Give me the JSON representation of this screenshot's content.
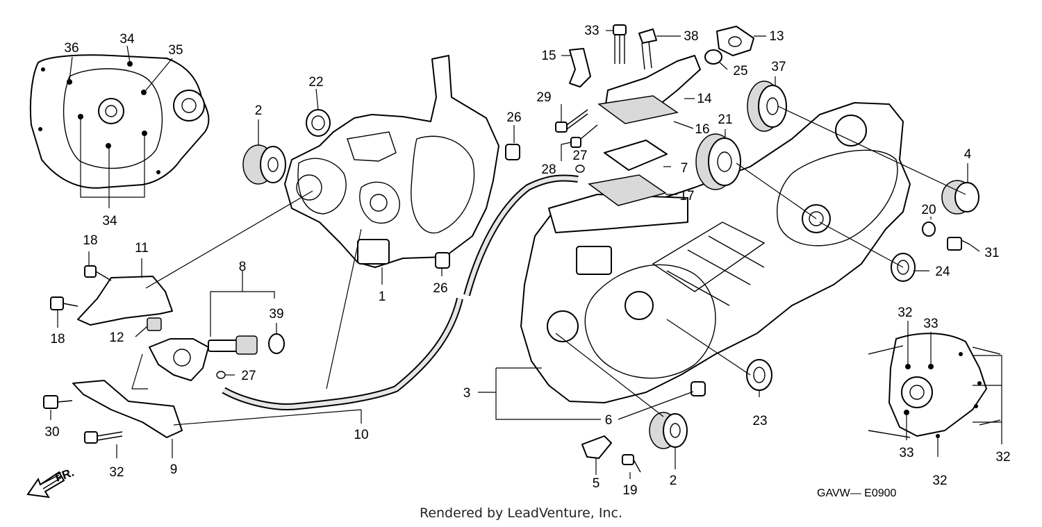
{
  "diagram": {
    "callouts": [
      "1",
      "2",
      "2",
      "3",
      "4",
      "5",
      "6",
      "7",
      "8",
      "9",
      "10",
      "11",
      "12",
      "13",
      "14",
      "15",
      "16",
      "17",
      "18",
      "18",
      "19",
      "20",
      "21",
      "22",
      "23",
      "24",
      "25",
      "26",
      "26",
      "27",
      "27",
      "28",
      "29",
      "30",
      "31",
      "32",
      "32",
      "32",
      "32",
      "33",
      "33",
      "33",
      "34",
      "34",
      "35",
      "36",
      "37",
      "38",
      "39"
    ],
    "direction_label": "FR.",
    "diagram_code": "GAVW— E0900"
  },
  "footer": {
    "credit": "Rendered by LeadVenture, Inc."
  }
}
